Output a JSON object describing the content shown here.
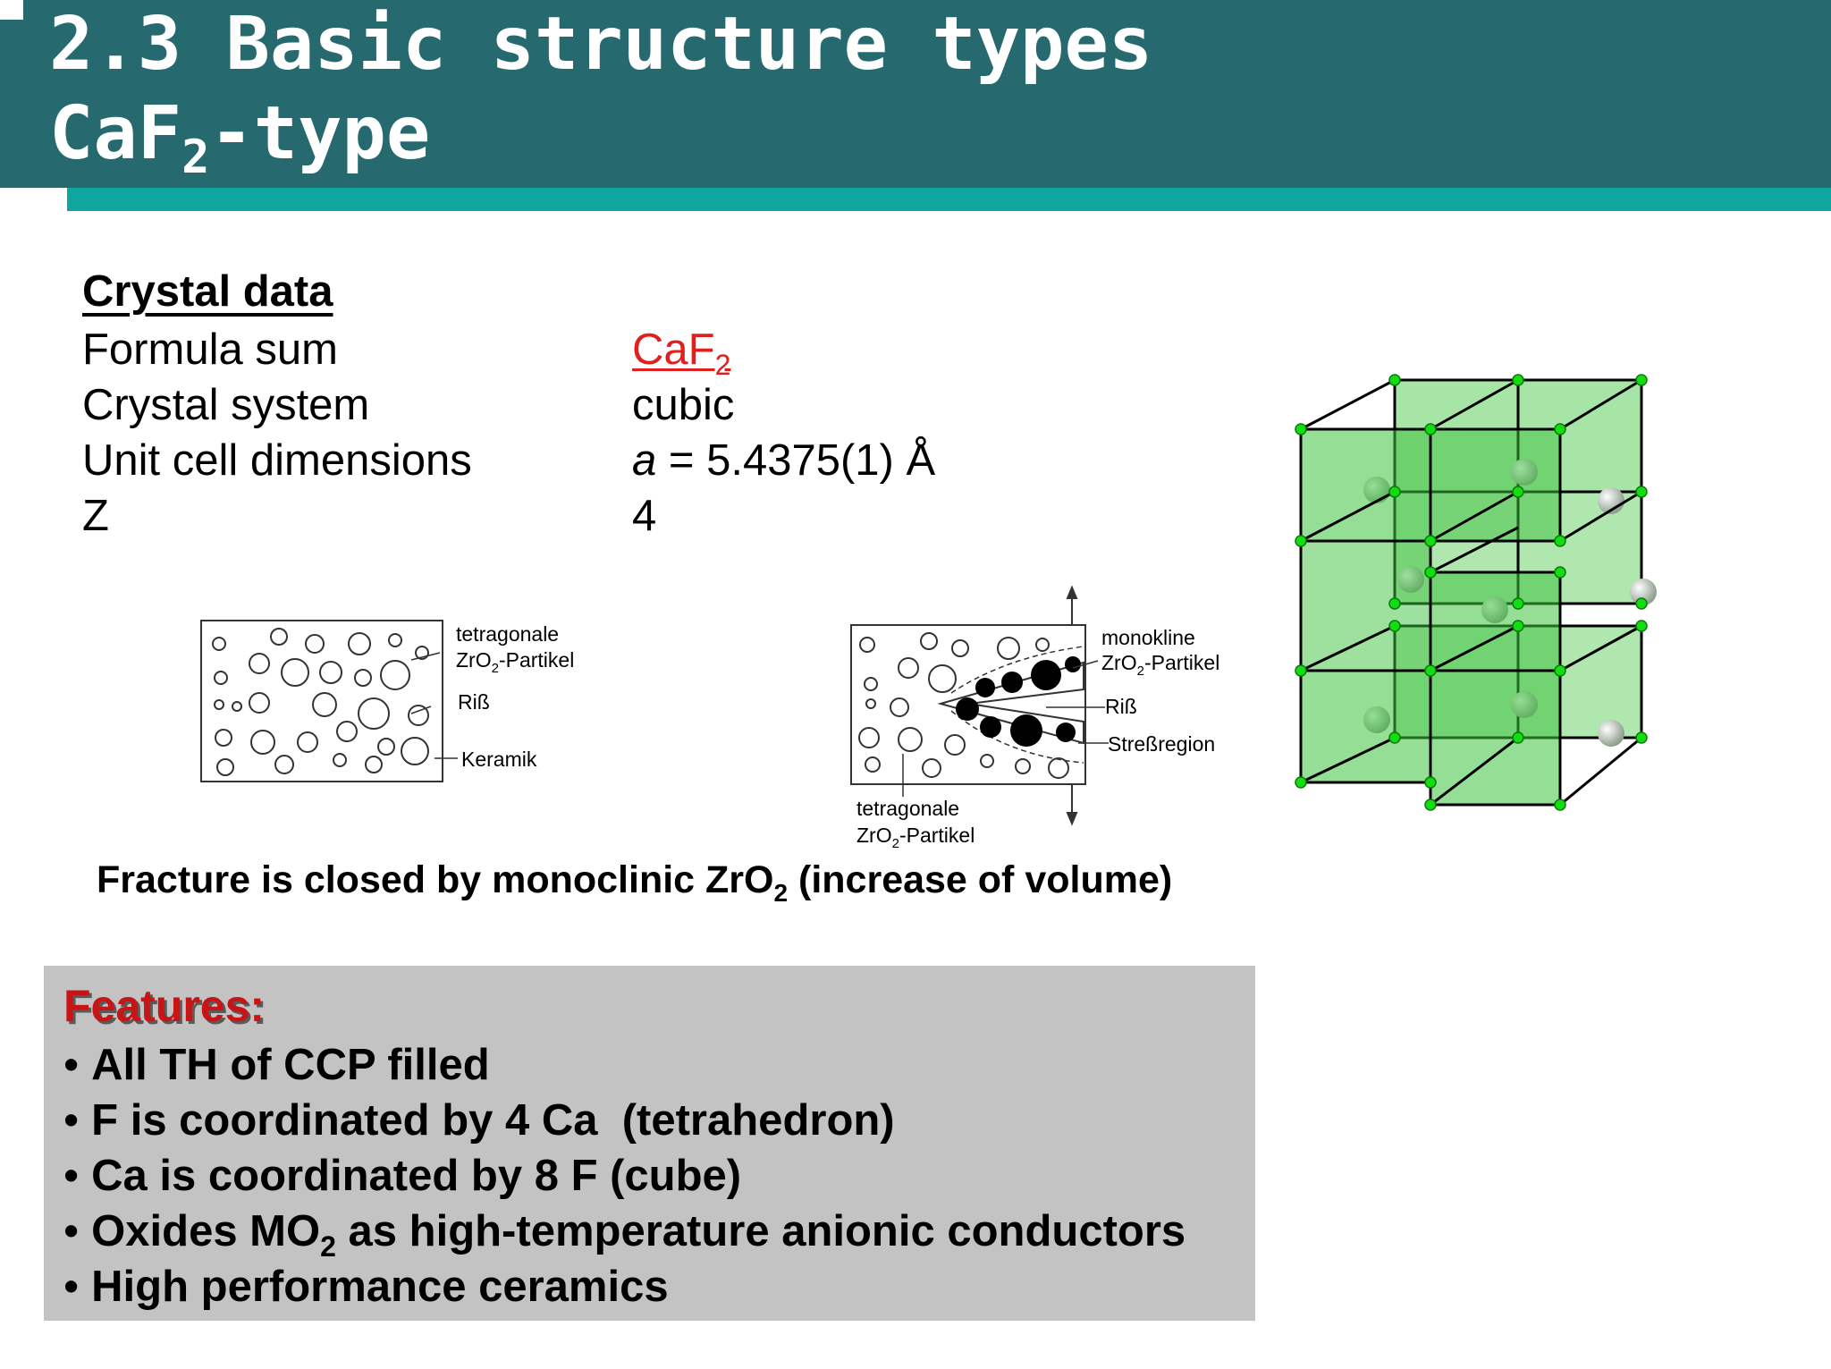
{
  "header": {
    "line1": "2.3 Basic structure types",
    "line2_base": "CaF",
    "line2_sub": "2",
    "line2_rest": "-type"
  },
  "crystal_data": {
    "heading": "Crystal data",
    "formula_key": "Formula sum",
    "formula_val_base": "CaF",
    "formula_val_sub": "2",
    "system_key": "Crystal system",
    "system_val": "cubic",
    "cell_key": "Unit cell dimensions",
    "cell_val_italic": "a",
    "cell_val_rest": " = 5.4375(1) Å",
    "z_key": "Z",
    "z_val": "4"
  },
  "diagram_left": {
    "label1_line1": "tetragonale",
    "label1_line2_base": "ZrO",
    "label1_line2_sub": "2",
    "label1_line2_rest": "-Partikel",
    "label2": "Riß",
    "label3": "Keramik"
  },
  "diagram_right": {
    "label1_line1": "monokline",
    "label1_line2_base": "ZrO",
    "label1_line2_sub": "2",
    "label1_line2_rest": "-Partikel",
    "label2": "Riß",
    "label3": "Streßregion",
    "label4_line1": "tetragonale",
    "label4_line2_base": "ZrO",
    "label4_line2_sub": "2",
    "label4_line2_rest": "-Partikel"
  },
  "fracture": {
    "text_before": "Fracture is closed by monoclinic ZrO",
    "sub": "2",
    "text_after": " (increase of volume)"
  },
  "features": {
    "title": "Features:",
    "item1": "All TH of CCP filled",
    "item2": "F is coordinated by 4 Ca  (tetrahedron)",
    "item3": "Ca is coordinated by 8 F (cube)",
    "item4_before": "Oxides MO",
    "item4_sub": "2",
    "item4_after": " as high-temperature anionic conductors",
    "item5": "High performance ceramics"
  },
  "colors": {
    "header_bg": "#266a70",
    "header_accent": "#10a6a0",
    "formula_red": "#e0201f",
    "features_bg": "#c4c3c4",
    "features_title": "#c81414",
    "polyhedra_green": "#22b022"
  }
}
